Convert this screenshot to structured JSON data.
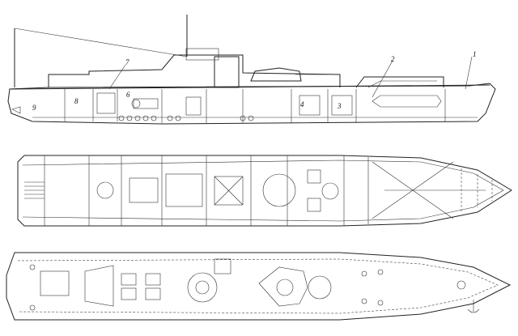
{
  "callouts": {
    "c1": "1",
    "c2": "2",
    "c3": "3",
    "c4": "4",
    "c6": "6",
    "c7": "7",
    "c8": "8",
    "c9": "9"
  }
}
